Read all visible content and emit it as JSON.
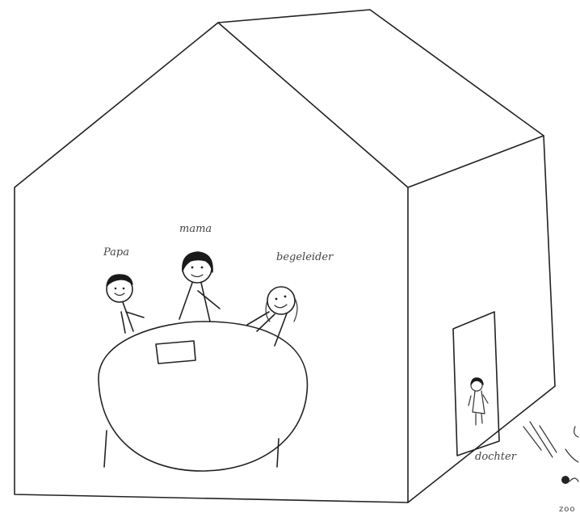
{
  "labels": {
    "papa": "Papa",
    "mama": "mama",
    "begeleider": "begeleider",
    "dochter": "dochter",
    "zoo": "zoo"
  },
  "colors": {
    "ink": "#222222",
    "paper": "#ffffff"
  }
}
